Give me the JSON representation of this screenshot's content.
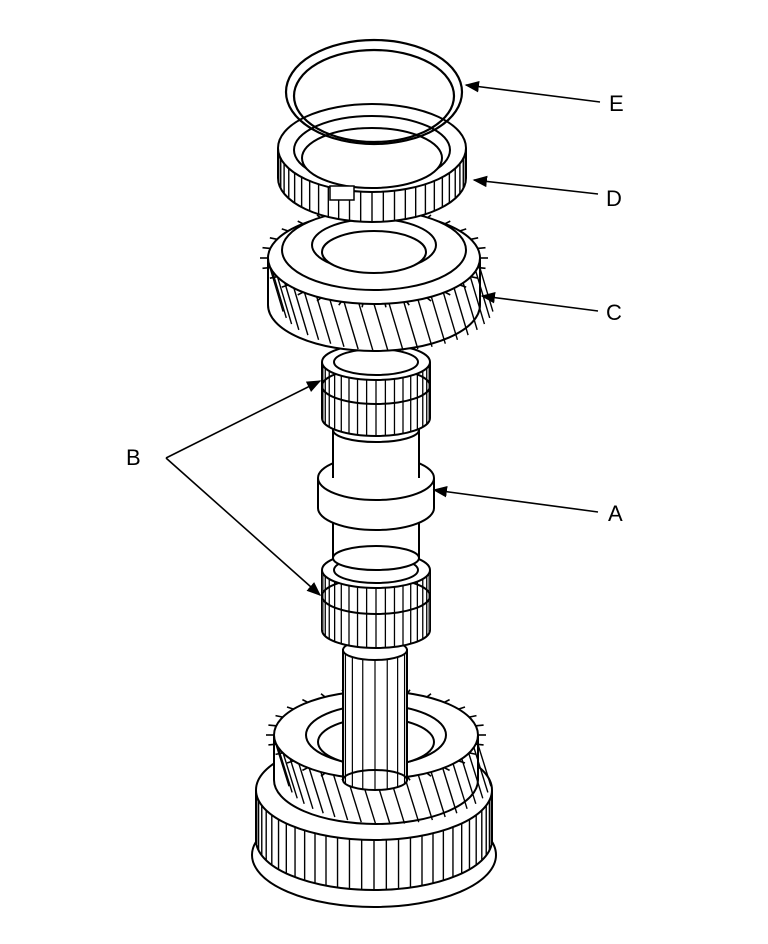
{
  "diagram": {
    "callouts": {
      "e": "E",
      "d": "D",
      "c": "C",
      "b": "B",
      "a": "A"
    },
    "stroke_color": "#000000",
    "background": "#ffffff"
  }
}
